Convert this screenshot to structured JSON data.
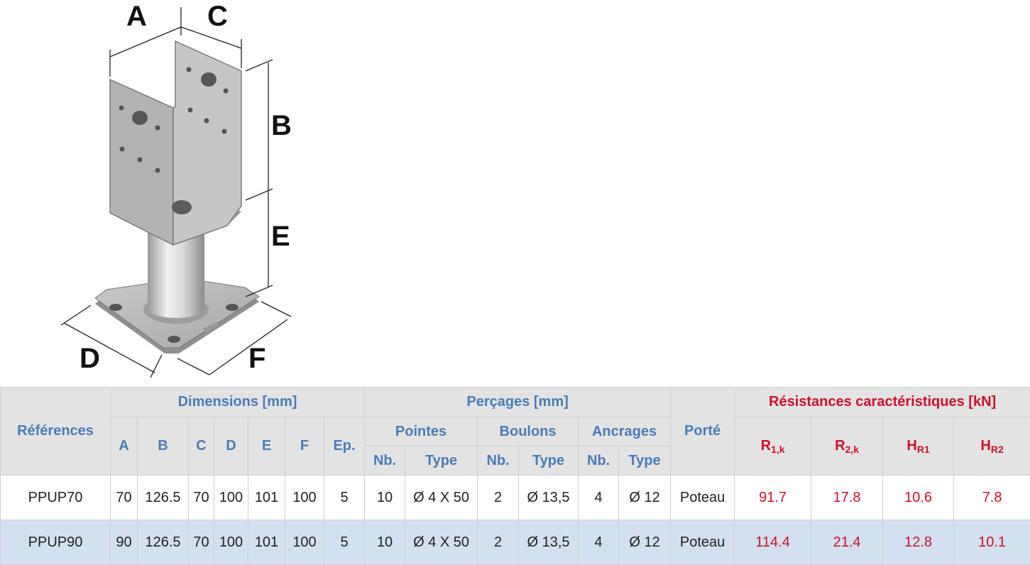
{
  "figure": {
    "letters": {
      "a": "A",
      "b": "B",
      "c": "C",
      "d": "D",
      "e": "E",
      "f": "F"
    }
  },
  "table": {
    "group_headers": {
      "references": "Références",
      "dimensions": "Dimensions [mm]",
      "percages": "Perçages [mm]",
      "porte": "Porté",
      "resistances": "Résistances caractéristiques [kN]"
    },
    "dim_cols": [
      "A",
      "B",
      "C",
      "D",
      "E",
      "F",
      "Ep."
    ],
    "percage_groups": [
      "Pointes",
      "Boulons",
      "Ancrages"
    ],
    "percage_subcols": [
      "Nb.",
      "Type",
      "Nb.",
      "Type",
      "Nb.",
      "Type"
    ],
    "resist_cols": [
      {
        "main": "R",
        "sub": "1,k"
      },
      {
        "main": "R",
        "sub": "2,k"
      },
      {
        "main": "H",
        "sub": "R1"
      },
      {
        "main": "H",
        "sub": "R2"
      }
    ],
    "rows": [
      {
        "ref": "PPUP70",
        "a": "70",
        "b": "126.5",
        "c": "70",
        "d": "100",
        "e": "101",
        "f": "100",
        "ep": "5",
        "pointes_nb": "10",
        "pointes_type": "Ø 4 X 50",
        "boulons_nb": "2",
        "boulons_type": "Ø 13,5",
        "ancrages_nb": "4",
        "ancrages_type": "Ø 12",
        "porte": "Poteau",
        "r1k": "91.7",
        "r2k": "17.8",
        "hr1": "10.6",
        "hr2": "7.8"
      },
      {
        "ref": "PPUP90",
        "a": "90",
        "b": "126.5",
        "c": "70",
        "d": "100",
        "e": "101",
        "f": "100",
        "ep": "5",
        "pointes_nb": "10",
        "pointes_type": "Ø 4 X 50",
        "boulons_nb": "2",
        "boulons_type": "Ø 13,5",
        "ancrages_nb": "4",
        "ancrages_type": "Ø 12",
        "porte": "Poteau",
        "r1k": "114.4",
        "r2k": "21.4",
        "hr1": "12.8",
        "hr2": "10.1"
      }
    ]
  },
  "colors": {
    "header_text_blue": "#4a7cb8",
    "resistance_red": "#d0102a",
    "header_bg": "#e3e3e3",
    "alt_row_bg": "#d3e0ef"
  }
}
